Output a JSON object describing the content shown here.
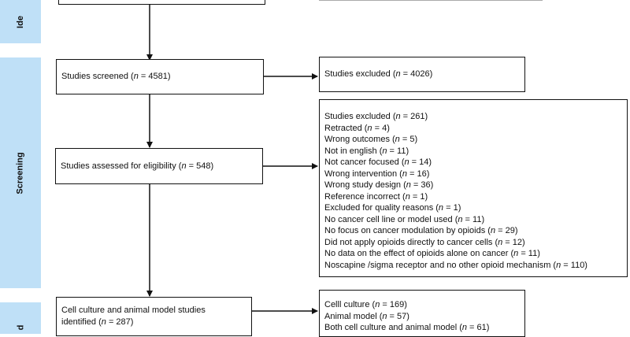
{
  "phases": {
    "identification": "Ide",
    "screening": "Screening",
    "included": "d"
  },
  "boxes": {
    "screened": {
      "prefix": "Studies screened (",
      "n": "n",
      "value": " = 4581)"
    },
    "excluded_screen": {
      "prefix": "Studies excluded (",
      "n": "n",
      "value": " = 4026)"
    },
    "assessed": {
      "prefix": "Studies assessed for eligibility (",
      "n": "n",
      "value": " = 548)"
    },
    "excluded_detail": [
      {
        "prefix": "Studies excluded (",
        "n": "n",
        "value": " = 261)"
      },
      {
        "prefix": "Retracted (",
        "n": "n",
        "value": " = 4)"
      },
      {
        "prefix": "Wrong outcomes (",
        "n": "n",
        "value": " = 5)"
      },
      {
        "prefix": "Not in english (",
        "n": "n",
        "value": " = 11)"
      },
      {
        "prefix": "Not cancer focused (",
        "n": "n",
        "value": " = 14)"
      },
      {
        "prefix": "Wrong intervention (",
        "n": "n",
        "value": " = 16)"
      },
      {
        "prefix": "Wrong study design (",
        "n": "n",
        "value": " = 36)"
      },
      {
        "prefix": "Reference incorrect (",
        "n": "n",
        "value": " = 1)"
      },
      {
        "prefix": "Excluded for quality reasons (",
        "n": "n",
        "value": " = 1)"
      },
      {
        "prefix": "No cancer cell line or model used (",
        "n": "n",
        "value": " = 11)"
      },
      {
        "prefix": "No focus on cancer modulation by opioids (",
        "n": "n",
        "value": " = 29)"
      },
      {
        "prefix": "Did not apply opioids directly to cancer cells (",
        "n": "n",
        "value": " = 12)"
      },
      {
        "prefix": "No data on the effect of opioids alone on cancer (",
        "n": "n",
        "value": " = 11)"
      },
      {
        "prefix": "Noscapine /sigma receptor and no other opioid mechanism (",
        "n": "n",
        "value": " = 110)"
      }
    ],
    "included": {
      "line1": "Cell culture and animal model studies",
      "line2_prefix": "identified (",
      "n": "n",
      "value": " = 287)"
    },
    "included_detail": [
      {
        "prefix": "Celll culture (",
        "n": "n",
        "value": " = 169)"
      },
      {
        "prefix": "Animal model (",
        "n": "n",
        "value": " = 57)"
      },
      {
        "prefix": "Both cell culture and animal model (",
        "n": "n",
        "value": " = 61)"
      }
    ]
  }
}
